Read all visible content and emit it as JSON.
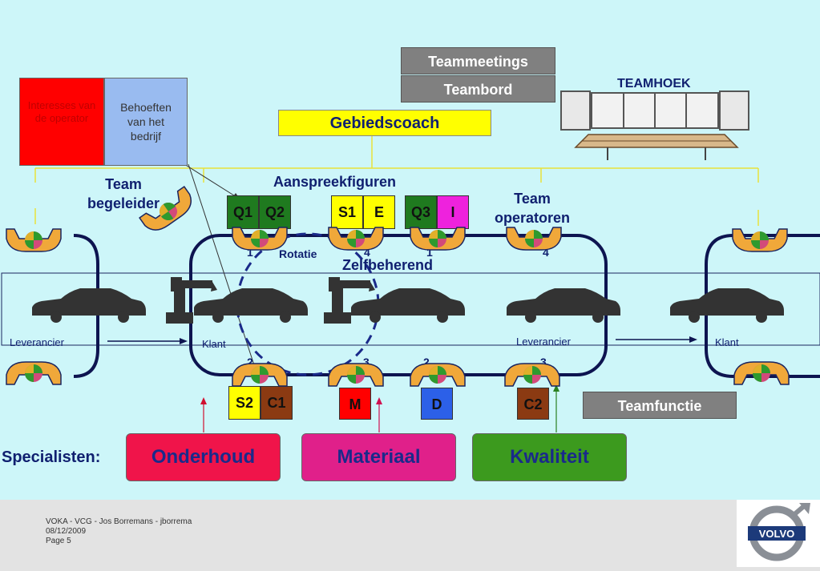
{
  "boxes": {
    "teammeetings": "Teammeetings",
    "teambord": "Teambord",
    "teamhoek": "TEAMHOEK",
    "gebiedscoach": "Gebiedscoach",
    "interesses": "Interesses van de operator",
    "behoeften": "Behoeften van het bedrijf",
    "teamfunctie": "Teamfunctie"
  },
  "labels": {
    "team_begeleider": "Team begeleider",
    "aanspreekfiguren": "Aanspreekfiguren",
    "team_operatoren": "Team operatoren",
    "rotatie": "Rotatie",
    "zelfbeherend": "Zelfbeherend",
    "leverancier_left": "Leverancier",
    "klant_left": "Klant",
    "leverancier_right": "Leverancier",
    "klant_right": "Klant",
    "specialisten": "Specialisten:"
  },
  "tags": {
    "q1": "Q1",
    "q2": "Q2",
    "s1": "S1",
    "e": "E",
    "q3": "Q3",
    "i": "I",
    "s2": "S2",
    "c1": "C1",
    "m": "M",
    "d": "D",
    "c2": "C2"
  },
  "numbers": {
    "top1": "1",
    "top2": "4",
    "top3": "1",
    "top4": "4",
    "bot1": "2",
    "bot2": "3",
    "bot3": "2",
    "bot4": "3"
  },
  "specialists": {
    "onderhoud": "Onderhoud",
    "materiaal": "Materiaal",
    "kwaliteit": "Kwaliteit"
  },
  "footer": {
    "line1": "VOKA  - VCG - Jos Borremans - jborrema",
    "line2": "08/12/2009",
    "line3": "Page 5",
    "logo": "VOLVO"
  },
  "colors": {
    "background": "#cdf6f9",
    "loop": "#0d1450",
    "onderhoud": "#f0144a",
    "materiaal": "#e0208a",
    "kwaliteit": "#3c9a1e",
    "gebiedscoach": "#ffff00"
  }
}
